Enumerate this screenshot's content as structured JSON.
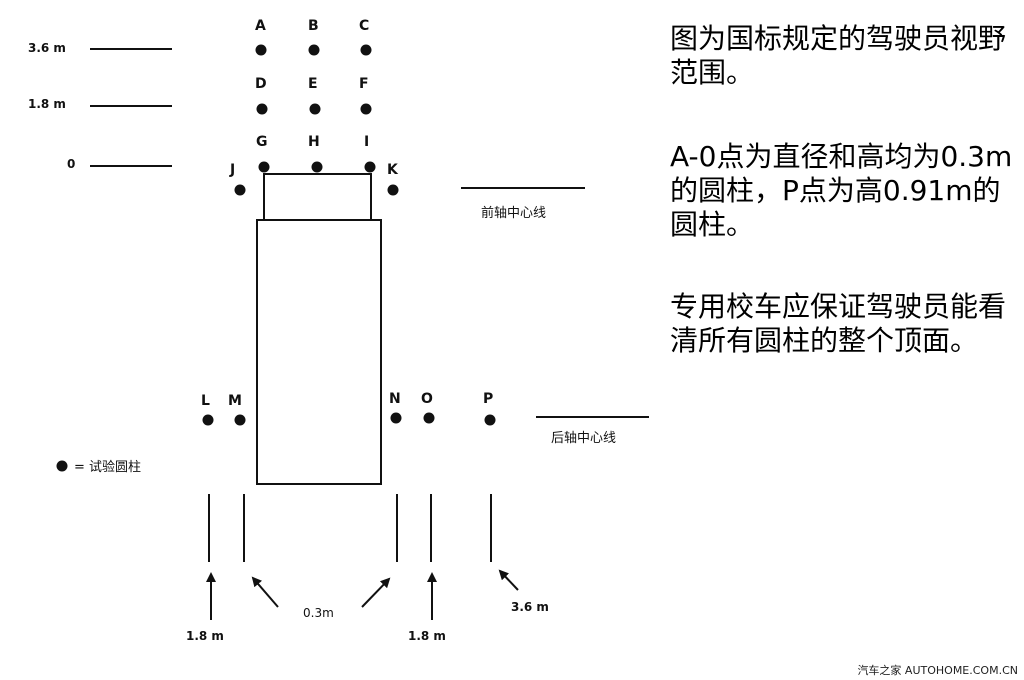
{
  "diagram": {
    "levels": [
      {
        "id": "level-3-6m",
        "label": "3.6 m"
      },
      {
        "id": "level-1-8m",
        "label": "1.8 m"
      },
      {
        "id": "level-0",
        "label": "0"
      }
    ],
    "points": {
      "row1": [
        "A",
        "B",
        "C"
      ],
      "row2": [
        "D",
        "E",
        "F"
      ],
      "row3": [
        "G",
        "H",
        "I"
      ],
      "corner_left": "J",
      "corner_right": "K",
      "rear_left": [
        "L",
        "M"
      ],
      "rear_right": [
        "N",
        "O",
        "P"
      ]
    },
    "front_axle_label": "前轴中心线",
    "rear_axle_label": "后轴中心线",
    "legend": {
      "symbol": "●",
      "text": "= 试验圆柱"
    },
    "dimensions": {
      "left_offset": "1.8 m",
      "gap": "0.3m",
      "right_offset": "1.8 m",
      "far_offset": "3.6 m"
    }
  },
  "notes": {
    "title": "图为国标规定的驾驶员视野范围。",
    "detail": "A-0点为直径和高均为0.3m的圆柱，P点为高0.91m的圆柱。",
    "requirement": "专用校车应保证驾驶员能看清所有圆柱的整个顶面。"
  },
  "watermark": "汽车之家 AUTOHOME.COM.CN",
  "colors": {
    "ink": "#111111",
    "background": "#ffffff"
  }
}
